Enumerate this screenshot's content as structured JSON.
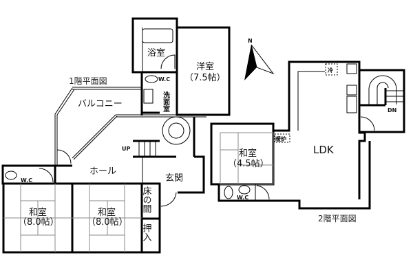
{
  "floor1": {
    "title": "1階平面図",
    "rooms": {
      "bath": "浴室",
      "western_room": "洋室",
      "western_room_size": "（7.5帖）",
      "wc_upper": "W.C",
      "washroom": "洗面室",
      "balcony": "バルコニー",
      "hall": "ホール",
      "up": "UP",
      "entrance": "玄関",
      "wc_left": "W.C",
      "japanese_room_1": "和室",
      "japanese_room_1_size": "（8.0帖）",
      "japanese_room_2": "和室",
      "japanese_room_2_size": "（8.0帖）",
      "tokonoma": "床の間",
      "closet": "押入"
    }
  },
  "floor2": {
    "title": "2階平面図",
    "rooms": {
      "japanese_room": "和室",
      "japanese_room_size": "（4.5帖）",
      "wc": "W.C",
      "ldk": "LDK",
      "fireplace": "暖炉",
      "fridge": "冷",
      "down": "DN"
    }
  },
  "compass": {
    "north": "N"
  }
}
